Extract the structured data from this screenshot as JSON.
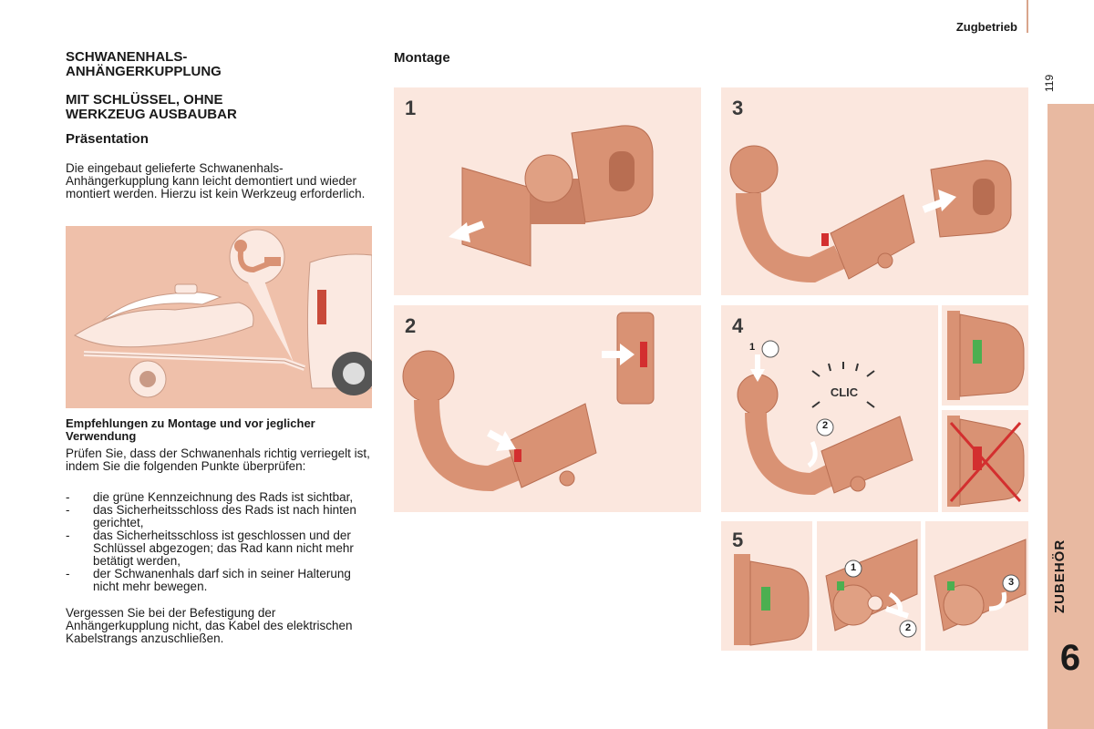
{
  "header": {
    "section_title": "Zugbetrieb",
    "page_number": "119"
  },
  "side_tab": {
    "label": "ZUBEHÖR",
    "chapter": "6"
  },
  "left": {
    "title_1_line_1": "SCHWANENHALS-",
    "title_1_line_2": "ANHÄNGERKUPPLUNG",
    "title_2_line_1": "MIT SCHLÜSSEL, OHNE",
    "title_2_line_2": "WERKZEUG AUSBAUBAR",
    "subtitle": "Präsentation",
    "intro": "Die eingebaut gelieferte Schwanenhals-Anhängerkupplung kann leicht demontiert und wieder montiert werden. Hierzu ist kein Werkzeug erforderlich.",
    "rec_heading": "Empfehlungen zu Montage und vor jeglicher Verwendung",
    "rec_text": "Prüfen Sie, dass der Schwanenhals richtig verriegelt ist, indem Sie die folgenden Punkte überprüfen:",
    "rec_items": [
      "die grüne Kennzeichnung des Rads ist sichtbar,",
      "das Sicherheitsschloss des Rads ist nach hinten gerichtet,",
      "das Sicherheitsschloss ist geschlossen und der Schlüssel abgezogen; das Rad kann nicht mehr betätigt werden,",
      "der Schwanenhals darf sich in seiner Halterung nicht mehr bewegen."
    ],
    "bullet": "-",
    "closing": "Vergessen Sie bei der Befestigung der Anhängerkupplung nicht, das Kabel des elektrischen Kabelstrangs anzuschließen."
  },
  "montage": {
    "heading": "Montage",
    "steps": [
      "1",
      "2",
      "3",
      "4",
      "5"
    ],
    "clic_label": "CLIC",
    "markers": [
      "1",
      "2",
      "1",
      "2",
      "3"
    ]
  },
  "colors": {
    "panel_bg": "#fbe7de",
    "part_color": "#d99274",
    "part_shadow": "#b86e52",
    "tab_color": "#e8b9a1",
    "indicator_green": "#4caf50",
    "indicator_red": "#d32f2f"
  }
}
